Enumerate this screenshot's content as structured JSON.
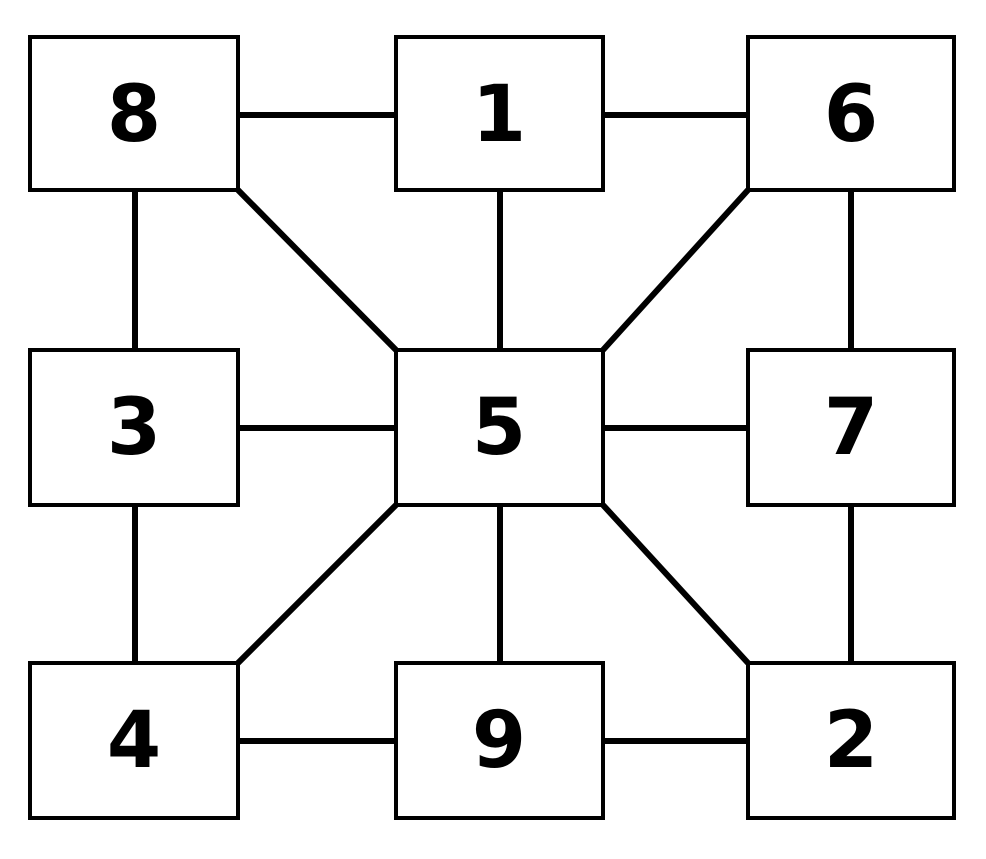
{
  "nodes": [
    {
      "id": "r1c1",
      "label": "8"
    },
    {
      "id": "r1c2",
      "label": "1"
    },
    {
      "id": "r1c3",
      "label": "6"
    },
    {
      "id": "r2c1",
      "label": "3"
    },
    {
      "id": "r2c2",
      "label": "5"
    },
    {
      "id": "r2c3",
      "label": "7"
    },
    {
      "id": "r3c1",
      "label": "4"
    },
    {
      "id": "r3c2",
      "label": "9"
    },
    {
      "id": "r3c3",
      "label": "2"
    }
  ],
  "edges": [
    [
      "8",
      "1"
    ],
    [
      "1",
      "6"
    ],
    [
      "3",
      "5"
    ],
    [
      "5",
      "7"
    ],
    [
      "4",
      "9"
    ],
    [
      "9",
      "2"
    ],
    [
      "8",
      "3"
    ],
    [
      "3",
      "4"
    ],
    [
      "1",
      "5"
    ],
    [
      "5",
      "9"
    ],
    [
      "6",
      "7"
    ],
    [
      "7",
      "2"
    ],
    [
      "8",
      "5"
    ],
    [
      "6",
      "5"
    ],
    [
      "4",
      "5"
    ],
    [
      "2",
      "5"
    ]
  ],
  "colors": {
    "stroke": "#000000",
    "fill": "#ffffff",
    "text": "#000000"
  }
}
